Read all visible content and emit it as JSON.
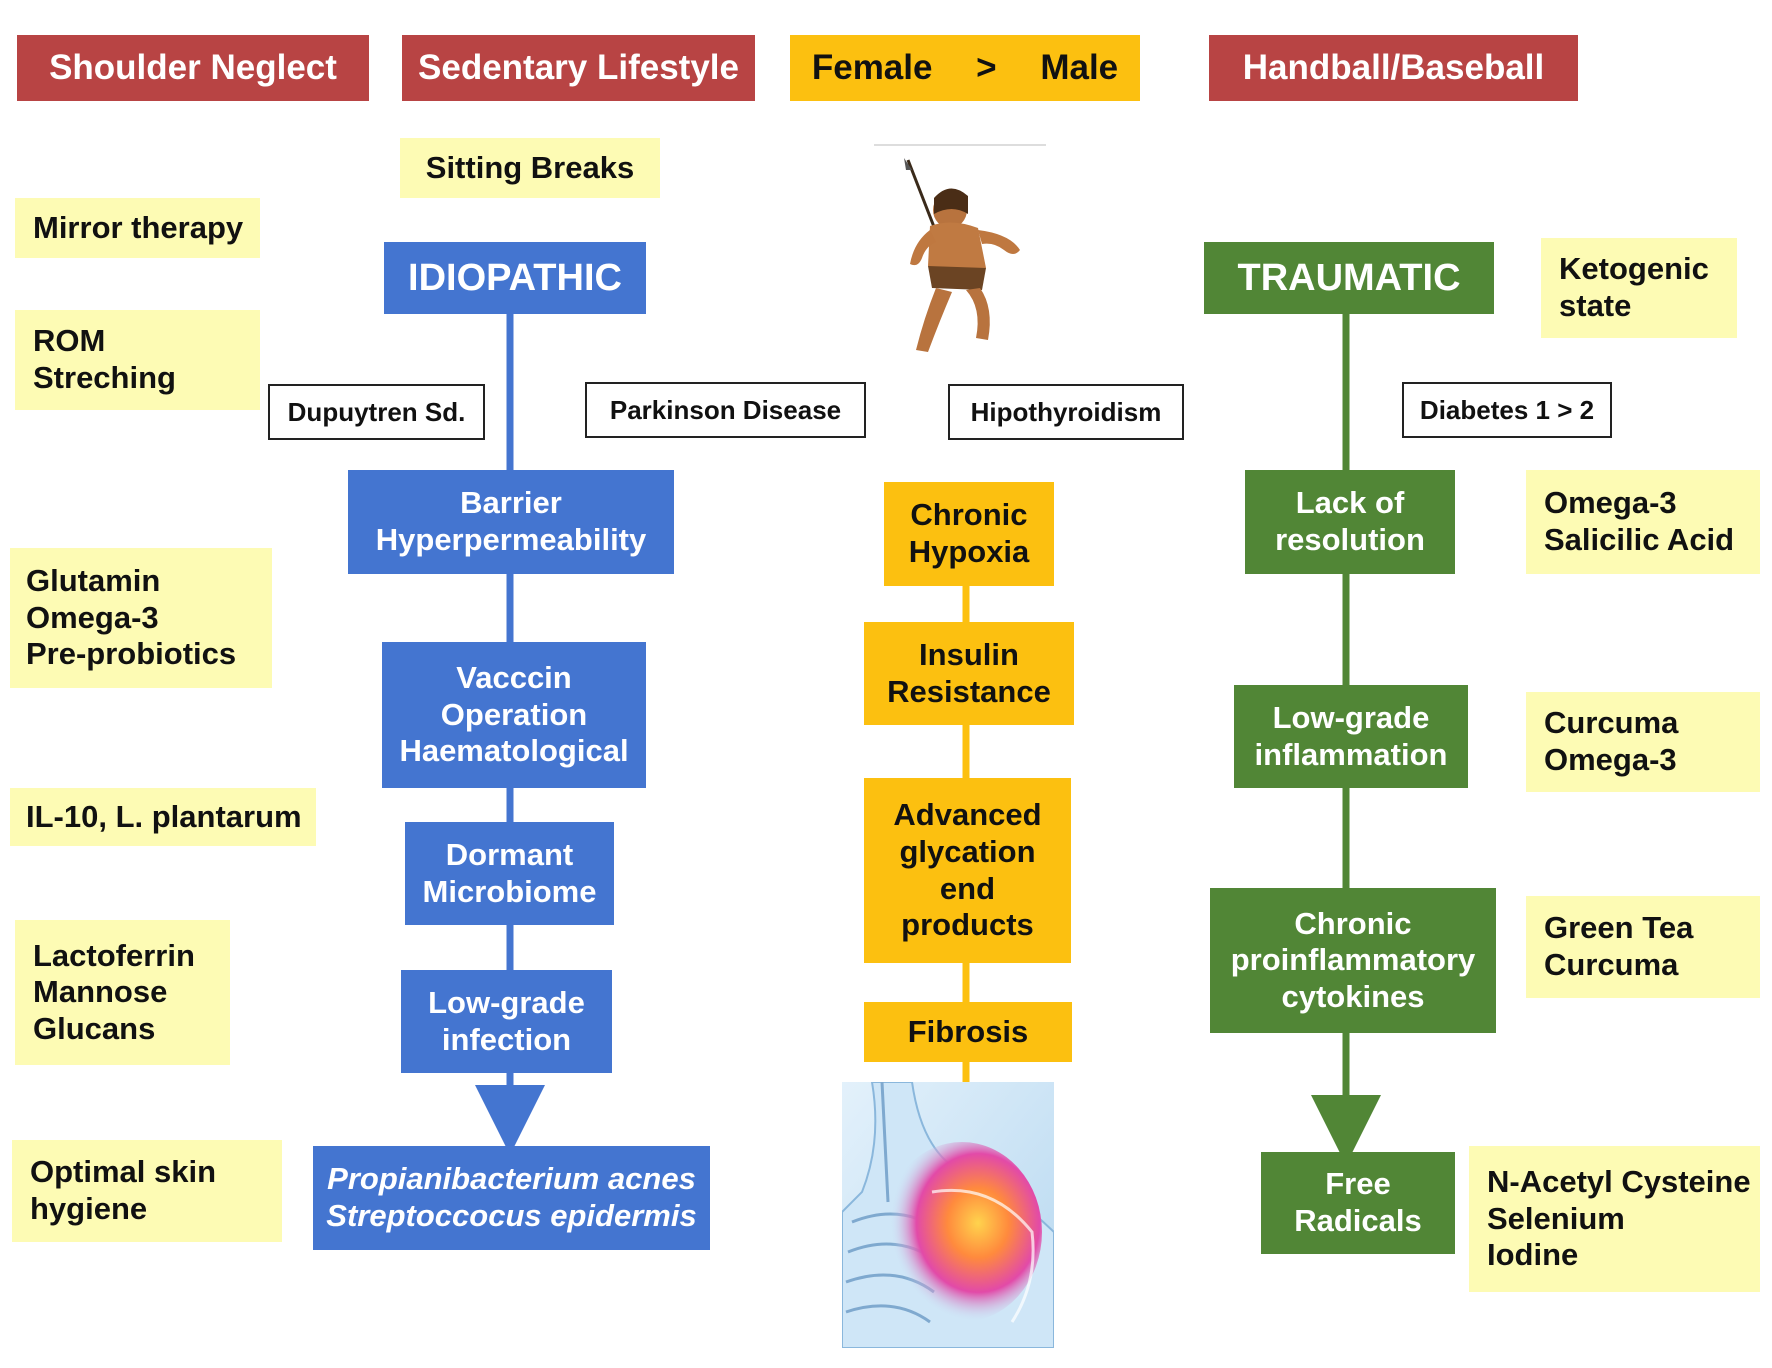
{
  "top_labels": {
    "shoulder_neglect": "Shoulder Neglect",
    "sedentary_lifestyle": "Sedentary Lifestyle",
    "female": "Female",
    "gt": ">",
    "male": "Male",
    "handball_baseball": "Handball/Baseball"
  },
  "left_column": {
    "mirror_therapy": "Mirror therapy",
    "rom_streching": "ROM\nStreching",
    "glutamin": "Glutamin\nOmega-3\nPre-probiotics",
    "il10": "IL-10, L. plantarum",
    "lactoferrin": "Lactoferrin\nMannose\nGlucans",
    "skin_hygiene": "Optimal skin\nhygiene"
  },
  "sitting_breaks": "Sitting Breaks",
  "comorbidities": {
    "dupuytren": "Dupuytren Sd.",
    "parkinson": "Parkinson Disease",
    "hypothyroidism": "Hipothyroidism",
    "diabetes": "Diabetes 1 > 2"
  },
  "idiopathic": {
    "title": "IDIOPATHIC",
    "steps": [
      "Barrier\nHyperpermeability",
      "Vacccin\nOperation\nHaematological",
      "Dormant\nMicrobiome",
      "Low-grade\ninfection"
    ],
    "outcome": "Propianibacterium  acnes\nStreptoccocus epidermis"
  },
  "central": {
    "steps": [
      "Chronic\nHypoxia",
      "Insulin\nResistance",
      "Advanced\nglycation\nend\nproducts",
      "Fibrosis"
    ]
  },
  "traumatic": {
    "title": "TRAUMATIC",
    "steps": [
      "Lack of\nresolution",
      "Low-grade\ninflammation",
      "Chronic\nproinflammatory\ncytokines"
    ],
    "outcome": "Free\nRadicals"
  },
  "right_column": {
    "ketogenic": "Ketogenic\nstate",
    "omega_salicilic": "Omega-3\nSalicilic Acid",
    "curcuma_omega": "Curcuma\nOmega-3",
    "green_tea": "Green Tea\nCurcuma",
    "nac": "N-Acetyl Cysteine\nSelenium\nIodine"
  },
  "colors": {
    "red": "#b84444",
    "gold": "#fcc010",
    "pale_yellow": "#fdfbb4",
    "blue": "#4475d0",
    "green": "#518636"
  },
  "icons": [
    "caveman-hunter-illustration",
    "shoulder-anatomy-illustration"
  ]
}
